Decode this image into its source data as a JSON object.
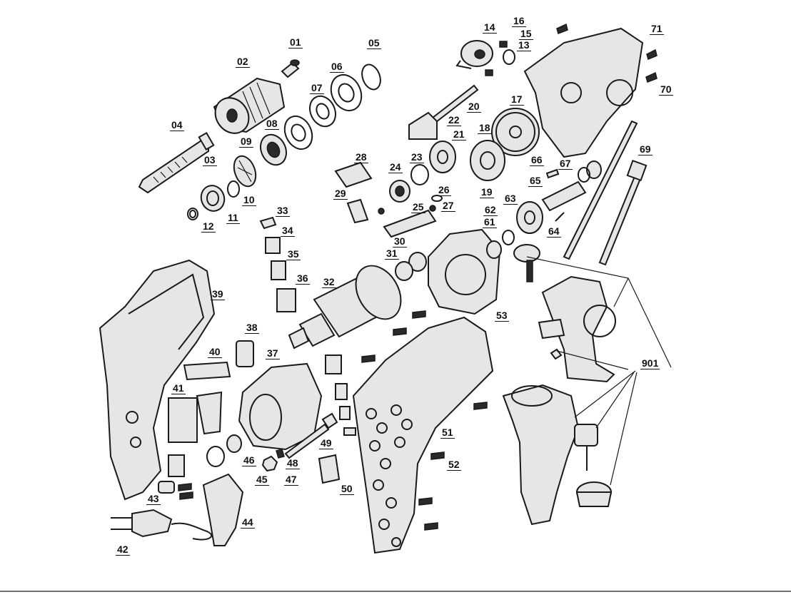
{
  "callouts": [
    "01",
    "02",
    "03",
    "04",
    "05",
    "06",
    "07",
    "08",
    "09",
    "10",
    "11",
    "12",
    "13",
    "14",
    "15",
    "16",
    "17",
    "18",
    "19",
    "20",
    "21",
    "22",
    "23",
    "24",
    "25",
    "26",
    "27",
    "28",
    "29",
    "30",
    "31",
    "32",
    "33",
    "34",
    "35",
    "36",
    "37",
    "38",
    "39",
    "40",
    "41",
    "42",
    "43",
    "44",
    "45",
    "46",
    "47",
    "48",
    "49",
    "50",
    "51",
    "52",
    "53",
    "61",
    "62",
    "63",
    "64",
    "65",
    "66",
    "67",
    "69",
    "70",
    "71",
    "901"
  ]
}
